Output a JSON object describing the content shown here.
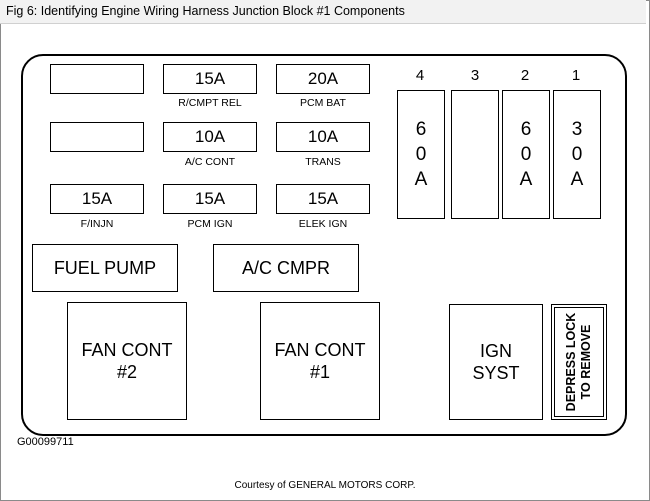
{
  "caption": "Fig 6: Identifying Engine Wiring Harness Junction Block #1 Components",
  "fuses": {
    "r1c1": {
      "rating": "",
      "label": ""
    },
    "r1c2": {
      "rating": "15A",
      "label": "R/CMPT REL"
    },
    "r1c3": {
      "rating": "20A",
      "label": "PCM BAT"
    },
    "r2c1": {
      "rating": "",
      "label": ""
    },
    "r2c2": {
      "rating": "10A",
      "label": "A/C CONT"
    },
    "r2c3": {
      "rating": "10A",
      "label": "TRANS"
    },
    "r3c1": {
      "rating": "15A",
      "label": "F/INJN"
    },
    "r3c2": {
      "rating": "15A",
      "label": "PCM IGN"
    },
    "r3c3": {
      "rating": "15A",
      "label": "ELEK IGN"
    }
  },
  "maxi_fuses": {
    "n4": {
      "number": "4",
      "chars": [
        "6",
        "0",
        "A"
      ]
    },
    "n3": {
      "number": "3",
      "chars": []
    },
    "n2": {
      "number": "2",
      "chars": [
        "6",
        "0",
        "A"
      ]
    },
    "n1": {
      "number": "1",
      "chars": [
        "3",
        "0",
        "A"
      ]
    }
  },
  "relays": {
    "fuel_pump": "FUEL PUMP",
    "ac_cmpr": "A/C CMPR",
    "fan_cont_2_line1": "FAN CONT",
    "fan_cont_2_line2": "#2",
    "fan_cont_1_line1": "FAN CONT",
    "fan_cont_1_line2": "#1",
    "ign_syst_line1": "IGN",
    "ign_syst_line2": "SYST"
  },
  "depress_lock": {
    "line1": "DEPRESS LOCK",
    "line2": "TO REMOVE"
  },
  "figure_code": "G00099711",
  "courtesy": "Courtesy of GENERAL MOTORS CORP."
}
